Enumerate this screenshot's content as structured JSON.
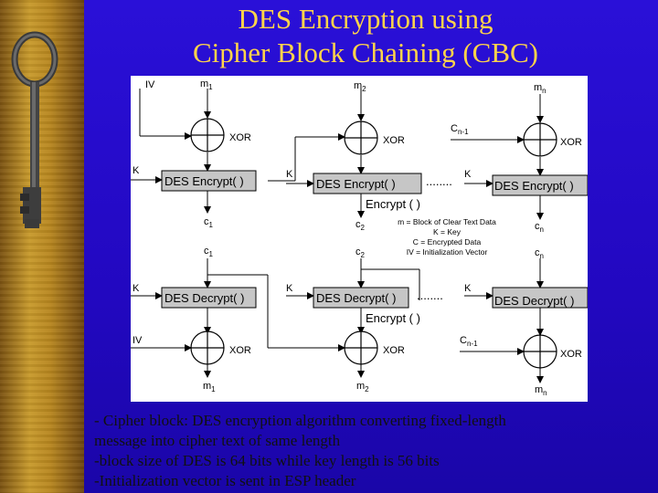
{
  "slide": {
    "title_line1": "DES Encryption using",
    "title_line2": "Cipher Block Chaining (CBC)",
    "bullets": [
      "- Cipher block: DES encryption algorithm converting fixed-length",
      "message into cipher text of same length",
      "-block size of DES is 64 bits while key length is 56 bits",
      "-Initialization vector is sent in ESP header"
    ]
  },
  "diagram": {
    "iv_label": "IV",
    "key_label": "K",
    "xor_label": "XOR",
    "encrypt_box": "DES Encrypt( )",
    "decrypt_box": "DES Decrypt( )",
    "ellipsis": "........",
    "section_label": "Encrypt ( )",
    "chain_label": "C",
    "chain_sub": "n-1",
    "letter_m": "m",
    "letter_c": "c",
    "sub_1": "1",
    "sub_2": "2",
    "sub_n": "n",
    "legend": [
      "m = Block of Clear Text Data",
      "K = Key",
      "C = Encrypted Data",
      "IV = Initialization Vector"
    ],
    "colors": {
      "box_fill": "#c6c6c6",
      "line": "#000000"
    }
  }
}
